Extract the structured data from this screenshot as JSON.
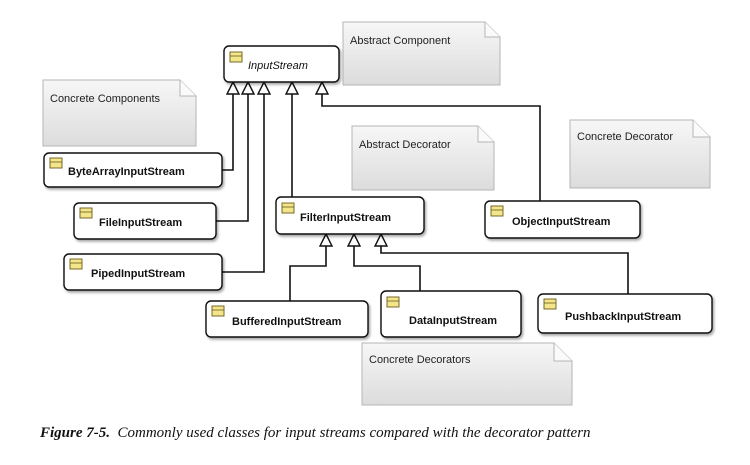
{
  "diagram": {
    "classes": {
      "input_stream": "InputStream",
      "byte_array_input_stream": "ByteArrayInputStream",
      "file_input_stream": "FileInputStream",
      "piped_input_stream": "PipedInputStream",
      "filter_input_stream": "FilterInputStream",
      "object_input_stream": "ObjectInputStream",
      "buffered_input_stream": "BufferedInputStream",
      "data_input_stream": "DataInputStream",
      "pushback_input_stream": "PushbackInputStream"
    },
    "notes": {
      "abstract_component": "Abstract Component",
      "concrete_components": "Concrete Components",
      "abstract_decorator": "Abstract Decorator",
      "concrete_decorator": "Concrete Decorator",
      "concrete_decorators": "Concrete Decorators"
    }
  },
  "caption": {
    "label": "Figure 7-5.",
    "text": "Commonly used classes for input streams compared with the decorator pattern"
  },
  "colors": {
    "class_icon": "#f3e58a",
    "note_fill": "#ececec",
    "line": "#111111"
  }
}
